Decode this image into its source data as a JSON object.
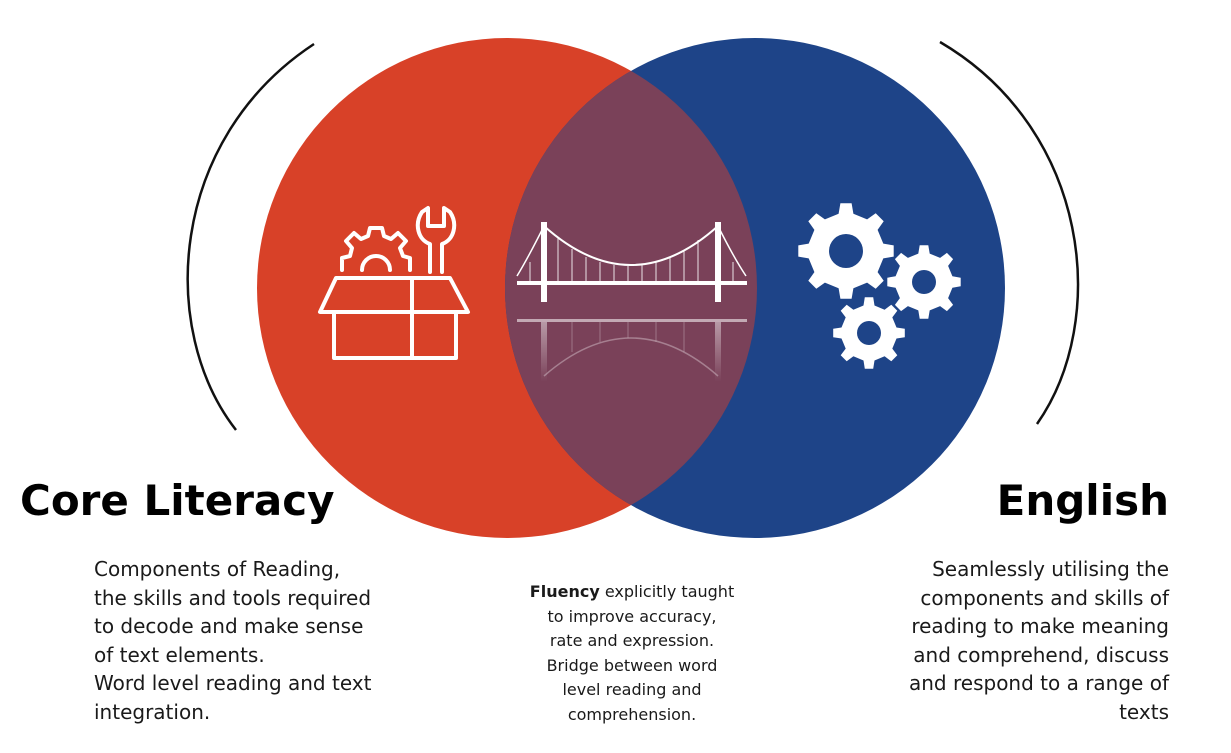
{
  "left": {
    "title": "Core Literacy",
    "lines": [
      "Components of Reading,",
      "the skills and tools required",
      "to decode and make sense",
      "of text elements.",
      "Word level reading and text",
      "integration."
    ],
    "icon": "toolbox-gear-wrench-icon",
    "color": "#d84128"
  },
  "right": {
    "title": "English",
    "lines": [
      "Seamlessly utilising the",
      "components and skills of",
      "reading to make meaning",
      "and comprehend, discuss",
      "and respond to a range of",
      "texts"
    ],
    "icon": "gears-icon",
    "color": "#1e4488"
  },
  "center": {
    "bold": "Fluency",
    "first_rest": " explicitly taught",
    "lines": [
      "to improve accuracy,",
      "rate and expression.",
      "Bridge between word",
      "level reading and",
      "comprehension."
    ],
    "icon": "bridge-icon",
    "color": "#7a4159"
  }
}
